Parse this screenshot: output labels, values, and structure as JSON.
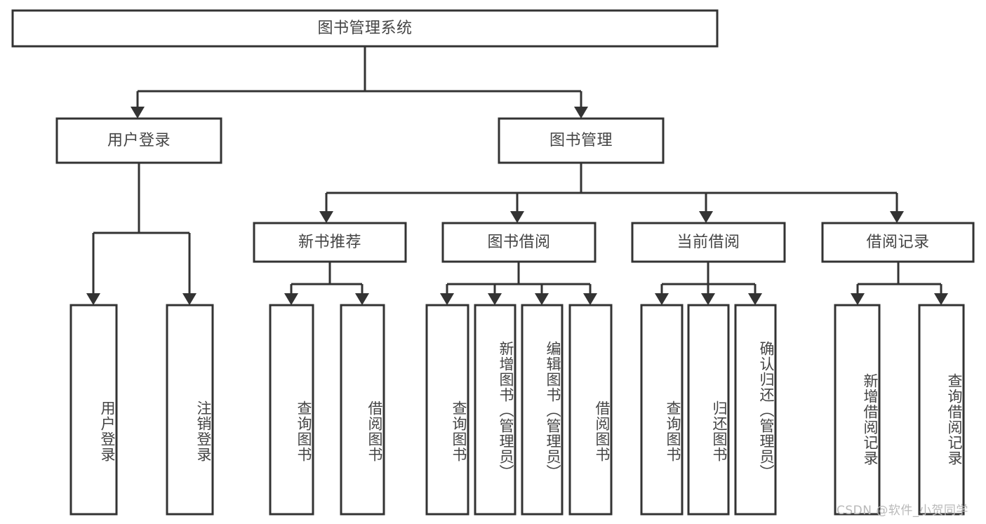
{
  "diagram": {
    "kind": "functional-structure-tree",
    "title": "图书管理系统",
    "orientation": "top-down",
    "box_fill": "#ffffff",
    "box_stroke": "#333333",
    "text_color": "#444444",
    "background": "#ffffff"
  },
  "nodes": {
    "root": {
      "label": "图书管理系统",
      "level": 1,
      "orient": "horizontal"
    },
    "l2": [
      {
        "id": "user-login",
        "label": "用户登录",
        "level": 2,
        "orient": "horizontal"
      },
      {
        "id": "book-manage",
        "label": "图书管理",
        "level": 2,
        "orient": "horizontal"
      }
    ],
    "l3": [
      {
        "id": "new-book-recommend",
        "label": "新书推荐",
        "level": 3,
        "orient": "horizontal"
      },
      {
        "id": "book-borrow",
        "label": "图书借阅",
        "level": 3,
        "orient": "horizontal"
      },
      {
        "id": "current-borrow",
        "label": "当前借阅",
        "level": 3,
        "orient": "horizontal"
      },
      {
        "id": "borrow-record",
        "label": "借阅记录",
        "level": 3,
        "orient": "horizontal"
      }
    ],
    "leaves": [
      {
        "id": "leaf-user-login",
        "label": "用户登录",
        "parent": "user-login",
        "orient": "vertical"
      },
      {
        "id": "leaf-user-logout",
        "label": "注销登录",
        "parent": "user-login",
        "orient": "vertical"
      },
      {
        "id": "leaf-query-book-1",
        "label": "查询图书",
        "parent": "new-book-recommend",
        "orient": "vertical"
      },
      {
        "id": "leaf-borrow-book-1",
        "label": "借阅图书",
        "parent": "new-book-recommend",
        "orient": "vertical"
      },
      {
        "id": "leaf-query-book-2",
        "label": "查询图书",
        "parent": "book-borrow",
        "orient": "vertical"
      },
      {
        "id": "leaf-add-book",
        "label": "新增图书（管理员）",
        "parent": "book-borrow",
        "orient": "vertical"
      },
      {
        "id": "leaf-edit-book",
        "label": "编辑图书（管理员）",
        "parent": "book-borrow",
        "orient": "vertical"
      },
      {
        "id": "leaf-borrow-book-2",
        "label": "借阅图书",
        "parent": "book-borrow",
        "orient": "vertical"
      },
      {
        "id": "leaf-query-book-3",
        "label": "查询图书",
        "parent": "current-borrow",
        "orient": "vertical"
      },
      {
        "id": "leaf-return-book",
        "label": "归还图书",
        "parent": "current-borrow",
        "orient": "vertical"
      },
      {
        "id": "leaf-confirm-return",
        "label": "确认归还（管理员）",
        "parent": "current-borrow",
        "orient": "vertical"
      },
      {
        "id": "leaf-add-borrow-record",
        "label": "新增借阅记录",
        "parent": "borrow-record",
        "orient": "vertical"
      },
      {
        "id": "leaf-query-borrow-record",
        "label": "查询借阅记录",
        "parent": "borrow-record",
        "orient": "vertical"
      }
    ]
  },
  "watermark": {
    "text": "CSDN @软件_小贺同学",
    "color": "#b9b9b9"
  }
}
